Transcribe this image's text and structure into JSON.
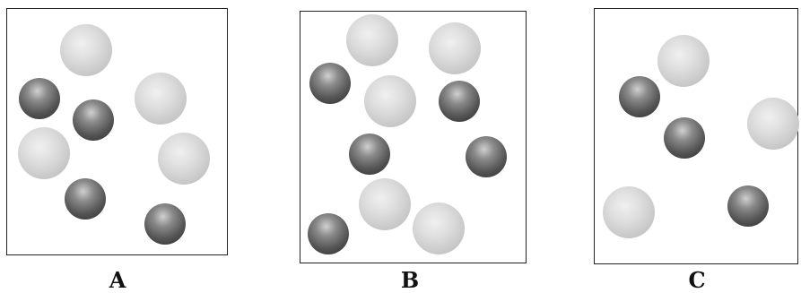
{
  "panels": [
    {
      "label": "A",
      "large_particles": 4,
      "small_particles": 4
    },
    {
      "label": "B",
      "large_particles": 5,
      "small_particles": 5
    },
    {
      "label": "C",
      "large_particles": 3,
      "small_particles": 3
    }
  ],
  "colors": {
    "large_particle": "#d4d4d4",
    "small_particle": "#555555",
    "border": "#222222"
  }
}
